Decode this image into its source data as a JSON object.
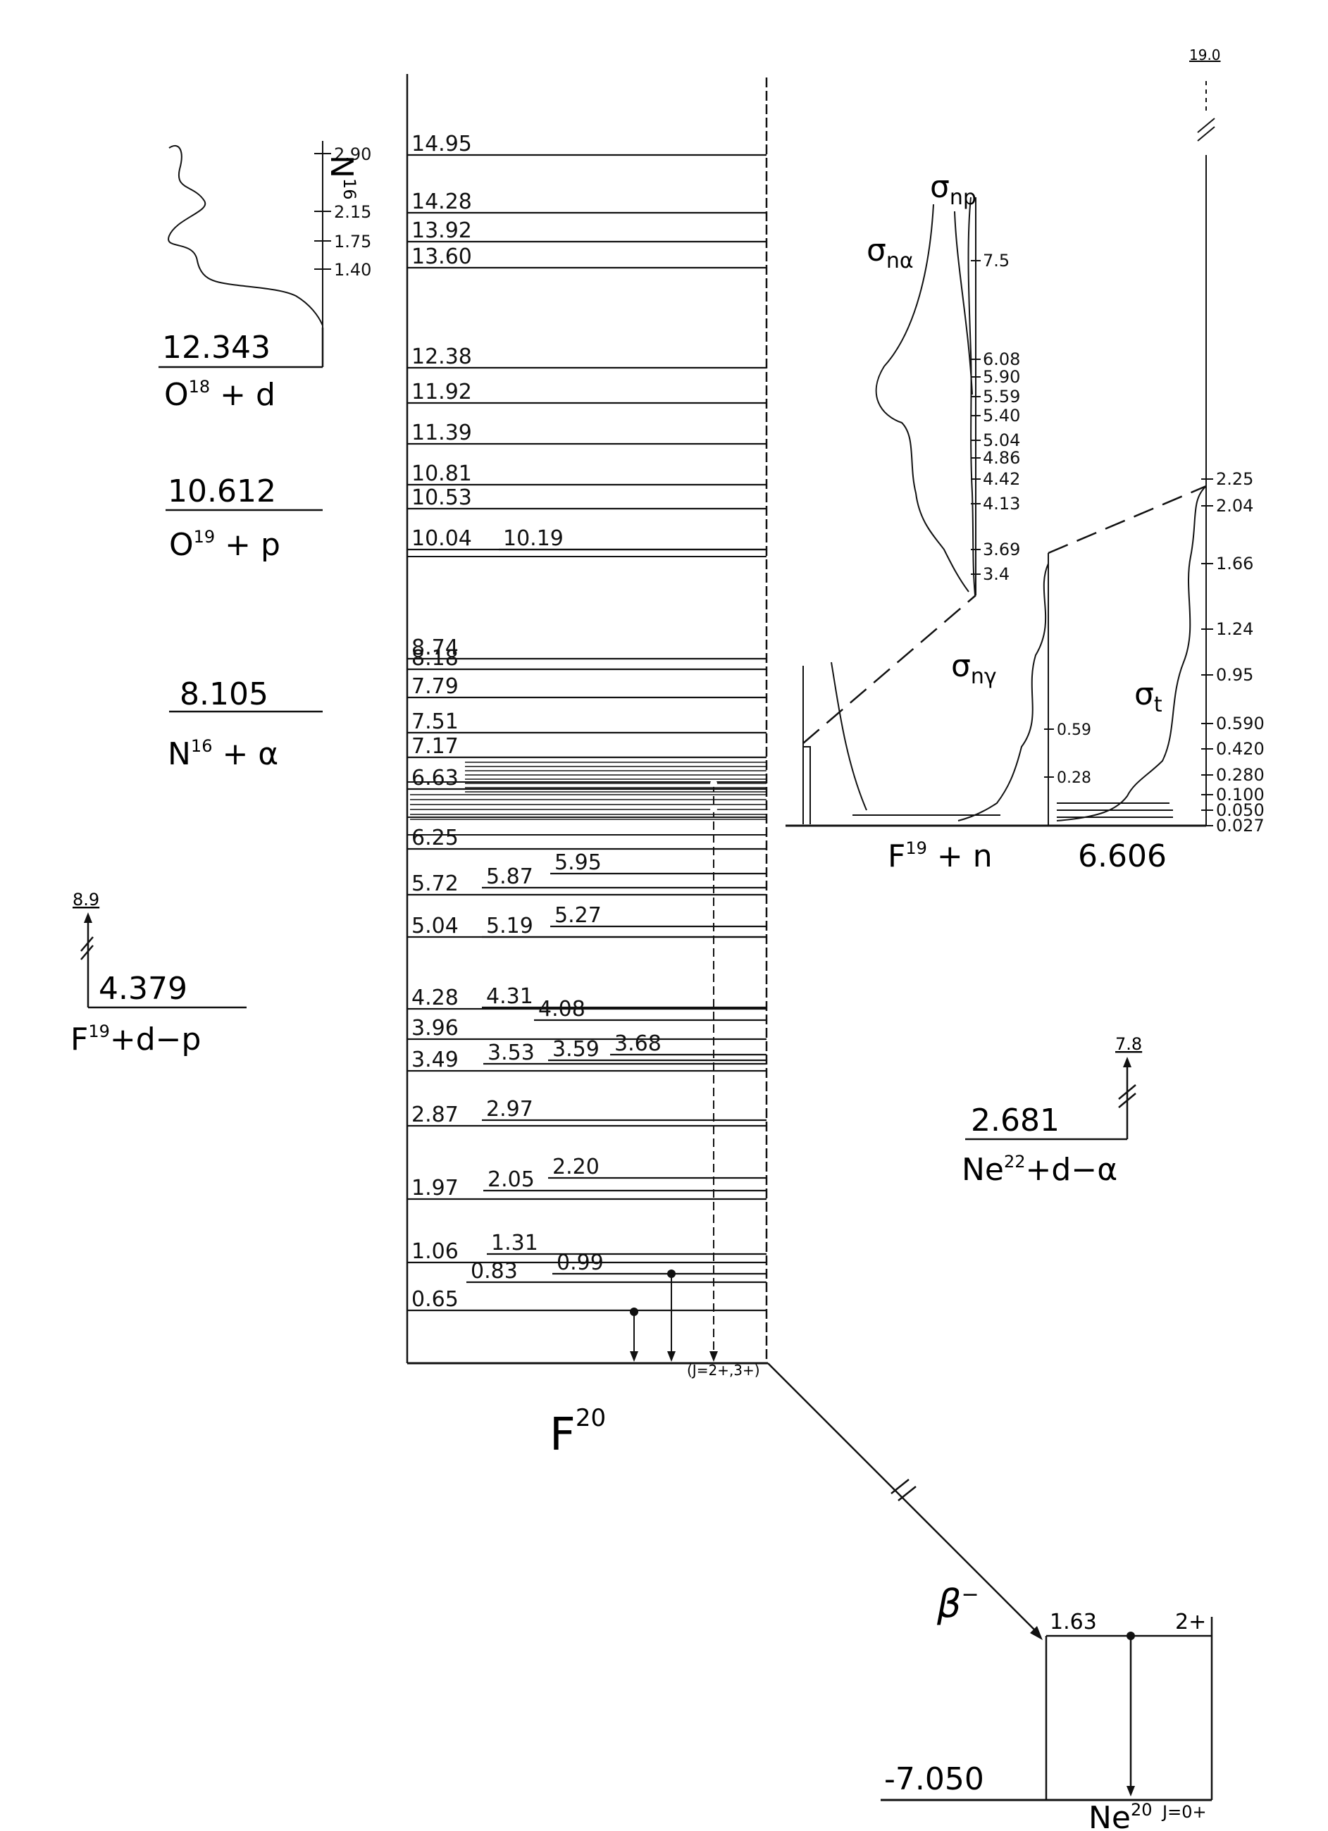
{
  "nucleus": {
    "label": "F",
    "mass": "20"
  },
  "f20_levels": [
    {
      "e": "14.95"
    },
    {
      "e": "14.28"
    },
    {
      "e": "13.92"
    },
    {
      "e": "13.60"
    },
    {
      "e": "12.38"
    },
    {
      "e": "11.92"
    },
    {
      "e": "11.39"
    },
    {
      "e": "10.81"
    },
    {
      "e": "10.53"
    },
    {
      "e": "10.04"
    },
    {
      "e": "10.19"
    },
    {
      "e": "8.74"
    },
    {
      "e": "8.18"
    },
    {
      "e": "7.79"
    },
    {
      "e": "7.51"
    },
    {
      "e": "7.17"
    },
    {
      "e": "6.63"
    },
    {
      "e": "6.25"
    },
    {
      "e": "5.72"
    },
    {
      "e": "5.87"
    },
    {
      "e": "5.95"
    },
    {
      "e": "5.04"
    },
    {
      "e": "5.19"
    },
    {
      "e": "5.27"
    },
    {
      "e": "4.28"
    },
    {
      "e": "4.31"
    },
    {
      "e": "4.08"
    },
    {
      "e": "3.96"
    },
    {
      "e": "3.49"
    },
    {
      "e": "3.53"
    },
    {
      "e": "3.59"
    },
    {
      "e": "3.68"
    },
    {
      "e": "2.87"
    },
    {
      "e": "2.97"
    },
    {
      "e": "1.97"
    },
    {
      "e": "2.05"
    },
    {
      "e": "2.20"
    },
    {
      "e": "1.06"
    },
    {
      "e": "1.31"
    },
    {
      "e": "0.83"
    },
    {
      "e": "0.99"
    },
    {
      "e": "0.65"
    }
  ],
  "ground_spin": "(J=2+,3+)",
  "thresholds": [
    {
      "energy": "12.343",
      "reaction": "O18 + d",
      "pre": "O",
      "sup": "18",
      "post": " + d"
    },
    {
      "energy": "10.612",
      "reaction": "O19 + p",
      "pre": "O",
      "sup": "19",
      "post": " + p"
    },
    {
      "energy": "8.105",
      "reaction": "N16 + α",
      "pre": "N",
      "sup": "16",
      "post": " + α"
    },
    {
      "energy": "4.379",
      "reaction": "F19+d-p",
      "pre": "F",
      "sup": "19",
      "post": "+d−p"
    },
    {
      "energy": "2.681",
      "reaction": "Ne22+d-α",
      "pre": "Ne",
      "sup": "22",
      "post": "+d−α"
    },
    {
      "energy": "6.606",
      "reaction": "F19 + n",
      "pre": "F",
      "sup": "19",
      "post": " + n"
    },
    {
      "energy": "-7.050",
      "reaction": "Ne20",
      "pre": "Ne",
      "sup": "20",
      "post": ""
    }
  ],
  "n16_panel": {
    "label_pre": "N",
    "label_sup": "16",
    "ticks": [
      "2.90",
      "2.15",
      "1.75",
      "1.40"
    ]
  },
  "break_values": {
    "f19dp": "8.9",
    "ne22da": "7.8",
    "top": "19.0"
  },
  "neutron_panel": {
    "sigma_na": {
      "base": "σ",
      "sub": "nα"
    },
    "sigma_np": {
      "base": "σ",
      "sub": "np"
    },
    "sigma_ng": {
      "base": "σ",
      "sub": "nγ"
    },
    "sigma_t": {
      "base": "σ",
      "sub": "t"
    },
    "np_ticks": [
      "7.5",
      "6.08",
      "5.90",
      "5.59",
      "5.40",
      "5.04",
      "4.86",
      "4.42",
      "4.13",
      "3.69",
      "3.4"
    ],
    "ng_ticks": [
      "0.59",
      "0.28"
    ],
    "t_ticks": [
      "2.25",
      "2.04",
      "1.66",
      "1.24",
      "0.95",
      "0.590",
      "0.420",
      "0.280",
      "0.100",
      "0.050",
      "0.027"
    ]
  },
  "beta": {
    "label": "β",
    "sup": "−"
  },
  "ne20": {
    "level": "1.63",
    "spin": "2+",
    "ground_spin": "J=0+"
  }
}
